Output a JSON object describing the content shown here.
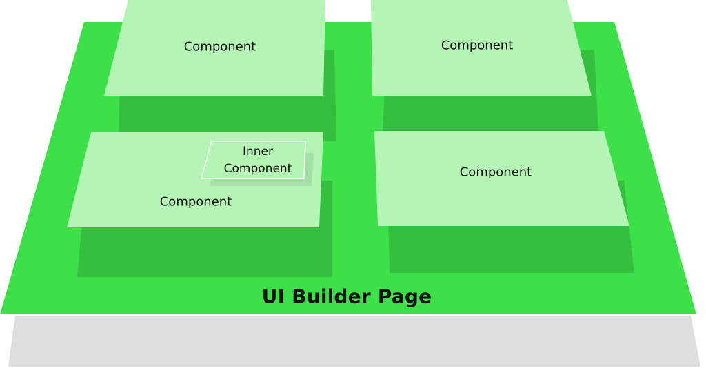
{
  "diagram": {
    "page_label": "UI Builder Page",
    "components": {
      "top_left": "Component",
      "top_right": "Component",
      "bottom_left": "Component",
      "bottom_right": "Component"
    },
    "inner_component": {
      "line1": "Inner",
      "line2": "Component"
    }
  },
  "colors": {
    "page": "#3ee04a",
    "page_shadow": "#34bf3e",
    "component": "#b4f4b4",
    "inner_component": "#b4f4b4",
    "inner_component_border": "#ffffff",
    "floor_shadow": "#dedede",
    "text": "#111111"
  }
}
